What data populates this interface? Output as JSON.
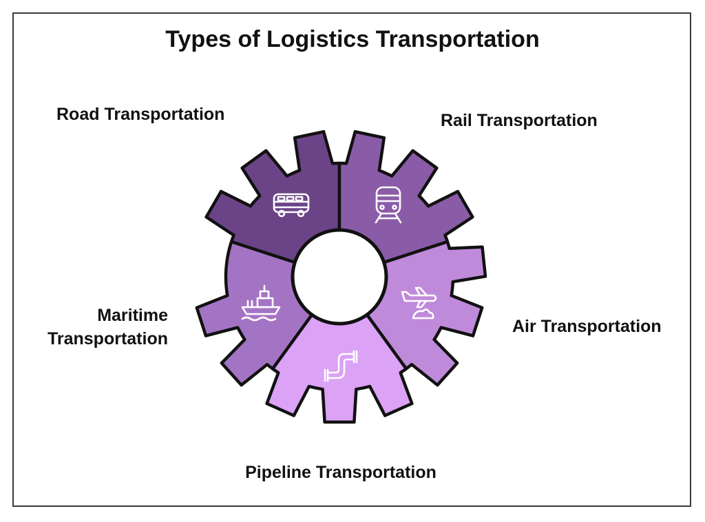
{
  "title": "Types of Logistics Transportation",
  "segments": [
    {
      "id": "road",
      "label": "Road Transportation",
      "icon": "bus-icon",
      "color": "#6b4487"
    },
    {
      "id": "rail",
      "label": "Rail Transportation",
      "icon": "train-icon",
      "color": "#8a5ca8"
    },
    {
      "id": "air",
      "label": "Air Transportation",
      "icon": "airplane-icon",
      "color": "#c08ada"
    },
    {
      "id": "pipeline",
      "label": "Pipeline Transportation",
      "icon": "pipe-icon",
      "color": "#dba2f6"
    },
    {
      "id": "maritime",
      "label_lines": [
        "Maritime",
        "Transportation"
      ],
      "icon": "ship-icon",
      "color": "#a474c4"
    }
  ],
  "colors": {
    "stroke": "#111111",
    "icon": "#ffffff",
    "hub": "#ffffff",
    "text": "#111111"
  }
}
